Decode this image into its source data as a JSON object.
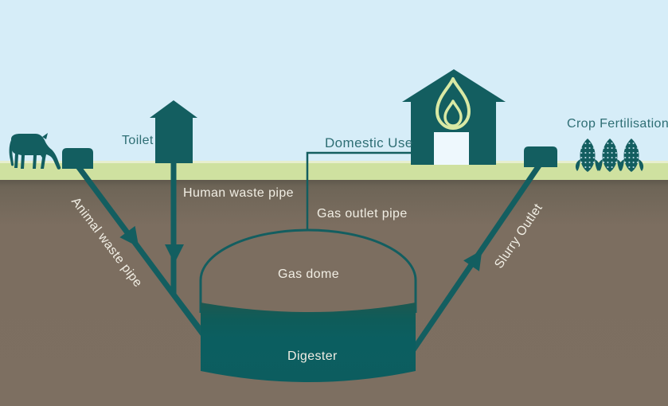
{
  "diagram": {
    "labels": {
      "toilet": "Toilet",
      "domestic_use": "Domestic Use",
      "crop_fertilisation": "Crop Fertilisation",
      "human_waste_pipe": "Human waste pipe",
      "animal_waste_pipe": "Animal waste pipe",
      "gas_outlet_pipe": "Gas outlet pipe",
      "gas_dome": "Gas dome",
      "digester": "Digester",
      "slurry_outlet": "Slurry Outlet"
    },
    "colors": {
      "sky": "#d6edf8",
      "grass": "#cfe1a0",
      "grass_light": "#e7efcd",
      "ground": "#7c6e60",
      "ground_dark": "#5f584c",
      "teal": "#135e60",
      "teal_deep": "#0c5d5f",
      "flame": "#d9e9a4",
      "door": "#eef8fd",
      "label_light": "#f1eee4",
      "label_dark": "#2e6e74"
    }
  }
}
